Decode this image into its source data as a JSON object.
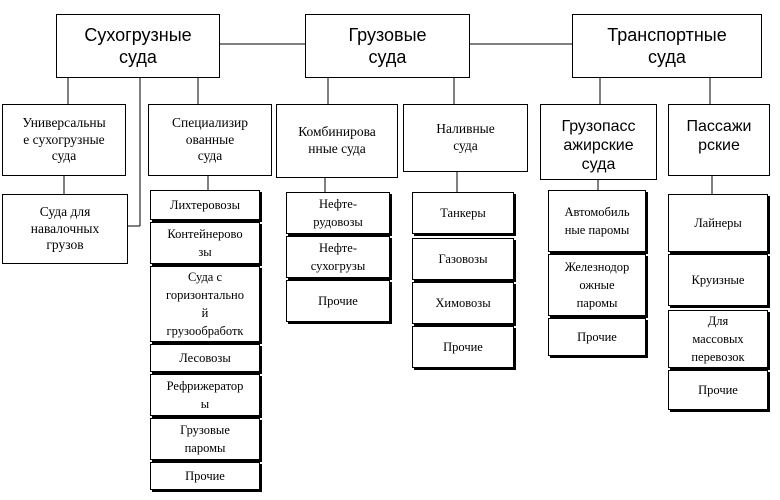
{
  "top": {
    "dry": "Сухогрузные\nсуда",
    "cargo": "Грузовые\nсуда",
    "transport": "Транспортные\nсуда"
  },
  "categories": {
    "universal": "Универсальны\nе сухогрузные\nсуда",
    "specialized": "Специализир\nованные\nсуда",
    "combined": "Комбинирова\nнные суда",
    "liquid": "Наливные\nсуда",
    "cargo_passenger": "Грузопасс\nажирские\nсуда",
    "passenger": "Пассажи\nрские"
  },
  "bulk": "Суда для\nнавалочных\nгрузов",
  "lists": {
    "specialized": [
      "Лихтеровозы",
      "Контейнерово\nзы",
      "Суда с\nгоризонтально\nй\nгрузообработк",
      "Лесовозы",
      "Рефрижератор\nы",
      "Грузовые\nпаромы",
      "Прочие"
    ],
    "combined": [
      "Нефте-\nрудовозы",
      "Нефте-\nсухогрузы",
      "Прочие"
    ],
    "liquid": [
      "Танкеры",
      "Газовозы",
      "Химовозы",
      "Прочие"
    ],
    "cargo_passenger": [
      "Автомобиль\nные паромы",
      "Железнодор\nожные\nпаромы",
      "Прочие"
    ],
    "passenger": [
      "Лайнеры",
      "Круизные",
      "Для\nмассовых\nперевозок",
      "Прочие"
    ]
  }
}
